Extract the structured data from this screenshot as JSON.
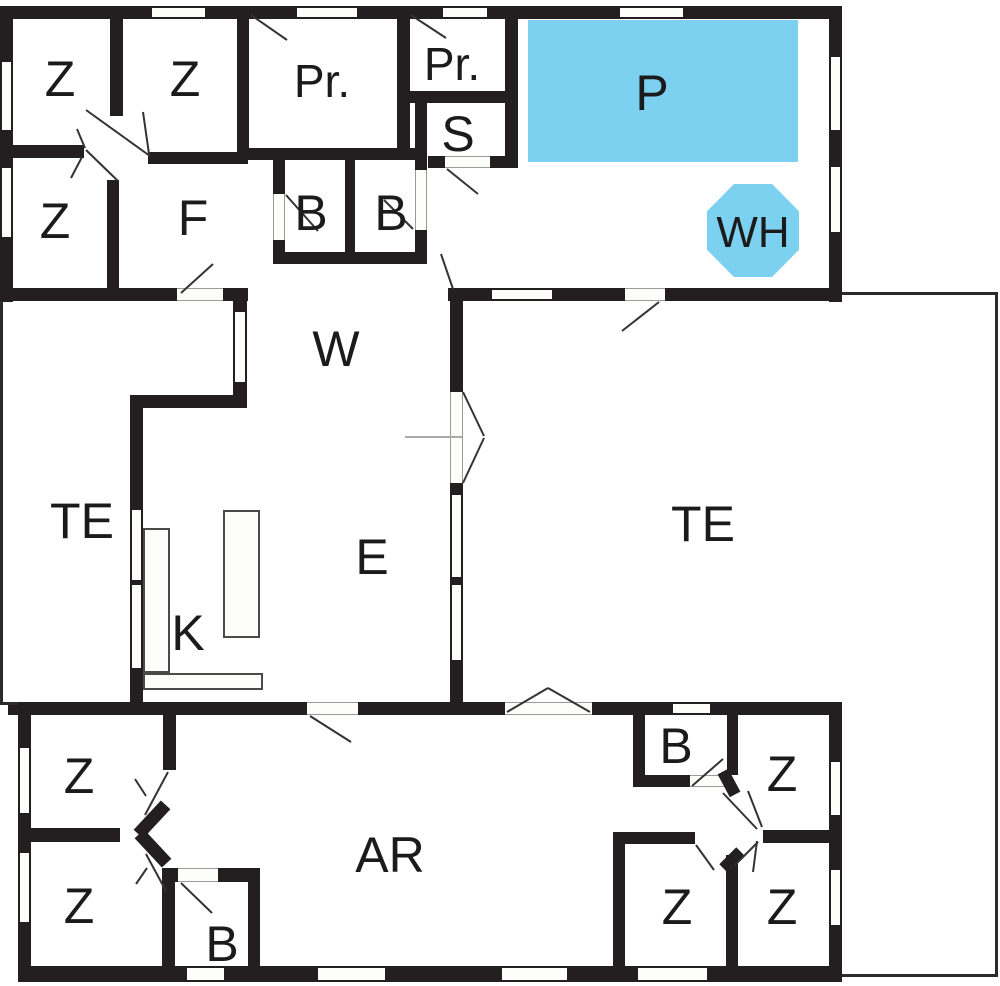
{
  "floorplan": {
    "description": "Holiday house floor plan with indoor pool",
    "colors": {
      "wall": "#231f20",
      "water": "#7cd1f0",
      "floor": "#fdfdfa"
    },
    "pool": {
      "label": "P"
    },
    "whirlpool": {
      "label": "WH"
    },
    "rooms": {
      "z_nw1": {
        "label": "Z"
      },
      "z_nw2": {
        "label": "Z"
      },
      "pr1": {
        "label": "Pr."
      },
      "pr2": {
        "label": "Pr."
      },
      "s": {
        "label": "S"
      },
      "z_nw3": {
        "label": "Z"
      },
      "f": {
        "label": "F"
      },
      "b_n1": {
        "label": "B"
      },
      "b_n2": {
        "label": "B"
      },
      "w": {
        "label": "W"
      },
      "te_west": {
        "label": "TE"
      },
      "te_east": {
        "label": "TE"
      },
      "e": {
        "label": "E"
      },
      "k": {
        "label": "K"
      },
      "ar": {
        "label": "AR"
      },
      "z_sw1": {
        "label": "Z"
      },
      "z_sw2": {
        "label": "Z"
      },
      "b_sw": {
        "label": "B"
      },
      "b_se": {
        "label": "B"
      },
      "z_se1": {
        "label": "Z"
      },
      "z_se2": {
        "label": "Z"
      },
      "z_se3": {
        "label": "Z"
      }
    }
  }
}
